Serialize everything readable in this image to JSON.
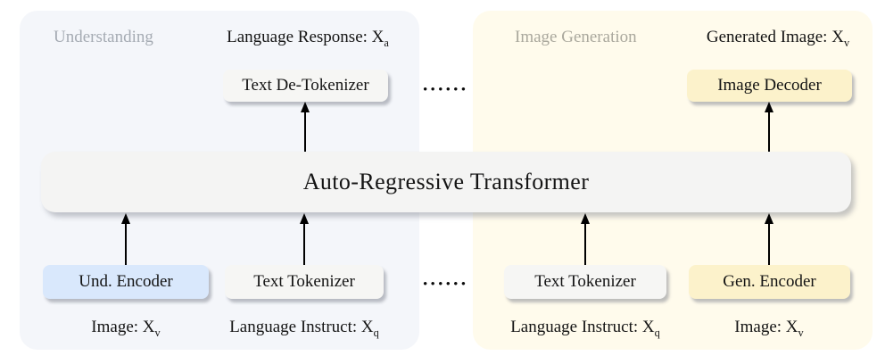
{
  "colors": {
    "left_panel_bg": "#f4f6fa",
    "right_panel_bg": "#fffbec",
    "transformer_bg": "#f4f4f3",
    "gray_box_bg": "#f6f6f4",
    "blue_box_bg": "#d9e8fc",
    "yellow_box_bg": "#fcf2cb",
    "muted_left": "#a5abb3",
    "muted_right": "#aaa89d",
    "text": "#141414",
    "shadow": "rgba(119,124,136,0.48)"
  },
  "transformer": {
    "label": "Auto-Regressive Transformer"
  },
  "ellipsis": {
    "top": "••••••",
    "bottom": "••••••"
  },
  "left_panel": {
    "title": "Understanding",
    "output_label": {
      "text": "Language Response: X",
      "sub": "a"
    },
    "top_box": "Text De-Tokenizer",
    "encoder_box": "Und. Encoder",
    "tokenizer_box": "Text Tokenizer",
    "encoder_input": {
      "text": "Image: X",
      "sub": "v"
    },
    "tokenizer_input": {
      "text": "Language Instruct: X",
      "sub": "q"
    }
  },
  "right_panel": {
    "title": "Image Generation",
    "output_label": {
      "text": "Generated Image: X",
      "sub": "v"
    },
    "top_box": "Image Decoder",
    "tokenizer_box": "Text Tokenizer",
    "encoder_box": "Gen. Encoder",
    "tokenizer_input": {
      "text": "Language Instruct: X",
      "sub": "q"
    },
    "encoder_input": {
      "text": "Image: X",
      "sub": "v"
    }
  }
}
